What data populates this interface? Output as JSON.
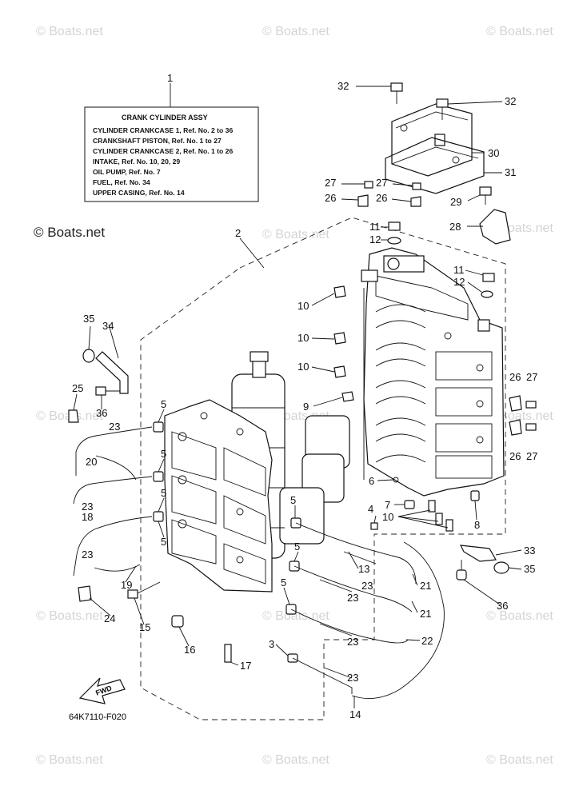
{
  "watermarks": [
    "© Boats.net",
    "© Boats.net",
    "© Boats.net",
    "© Boats.net",
    "© Boats.net",
    "© Boats.net",
    "© Boats.net",
    "© Boats.net",
    "© Boats.net",
    "© Boats.net",
    "© Boats.net",
    "© Boats.net",
    "© Boats.net",
    "© Boats.net"
  ],
  "brand_watermark": "© Boats.net",
  "legend": {
    "title": "CRANK CYLINDER ASSY",
    "lines": [
      "CYLINDER CRANKCASE 1,  Ref. No. 2 to 36",
      "CRANKSHAFT PISTON,  Ref. No. 1 to 27",
      "CYLINDER CRANKCASE 2,  Ref. No. 1 to 26",
      "INTAKE,  Ref. No. 10, 20, 29",
      "OIL PUMP,  Ref. No. 7",
      "FUEL,  Ref. No. 34",
      "UPPER CASING,  Ref. No. 14"
    ]
  },
  "callouts": [
    "1",
    "2",
    "3",
    "4",
    "5",
    "5",
    "5",
    "5",
    "5",
    "5",
    "5",
    "6",
    "7",
    "8",
    "9",
    "10",
    "10",
    "10",
    "10",
    "11",
    "11",
    "12",
    "12",
    "13",
    "14",
    "15",
    "16",
    "17",
    "18",
    "19",
    "20",
    "21",
    "21",
    "22",
    "23",
    "23",
    "23",
    "23",
    "23",
    "23",
    "23",
    "24",
    "25",
    "26",
    "26",
    "26",
    "26",
    "27",
    "27",
    "27",
    "27",
    "28",
    "29",
    "30",
    "31",
    "32",
    "32",
    "33",
    "34",
    "35",
    "35",
    "36",
    "36"
  ],
  "fwd_label": "FWD",
  "drawing_code": "64K7110-F020",
  "colors": {
    "ink": "#111111",
    "watermark": "#d4d4d4",
    "background": "#ffffff"
  }
}
